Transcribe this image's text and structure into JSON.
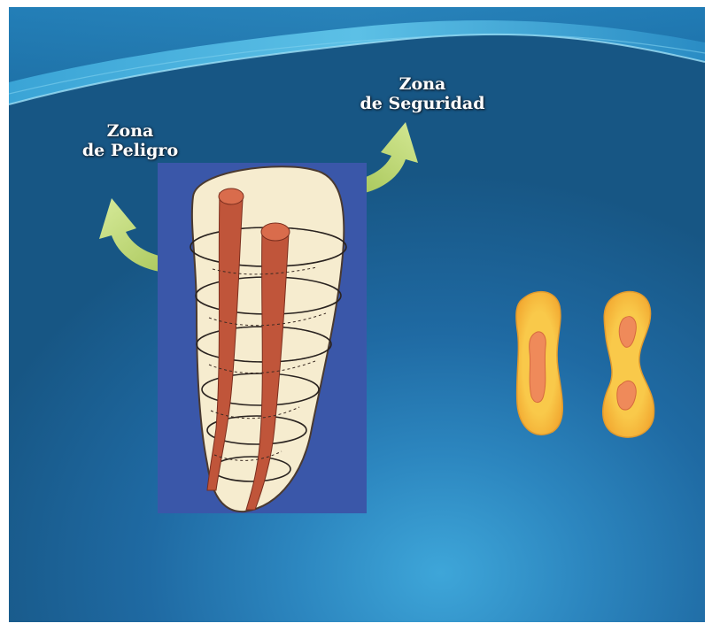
{
  "diagram": {
    "danger_zone": {
      "line1": "Zona",
      "line2": "de Peligro"
    },
    "safety_zone": {
      "line1": "Zona",
      "line2": "de Seguridad"
    }
  },
  "colors": {
    "background_dark": "#175684",
    "background_light": "#3ea6d9",
    "root_panel": "#3a57a9",
    "root_body": "#f6eccf",
    "canal": "#c0553a",
    "arrow": "#a9c85a",
    "section_outer": "#f6b83a",
    "section_inner": "#ef8a5a"
  },
  "icons": {
    "root": "mesial-root-with-two-canals",
    "arrows": "curved-arrow",
    "sections": "root-cross-section"
  }
}
